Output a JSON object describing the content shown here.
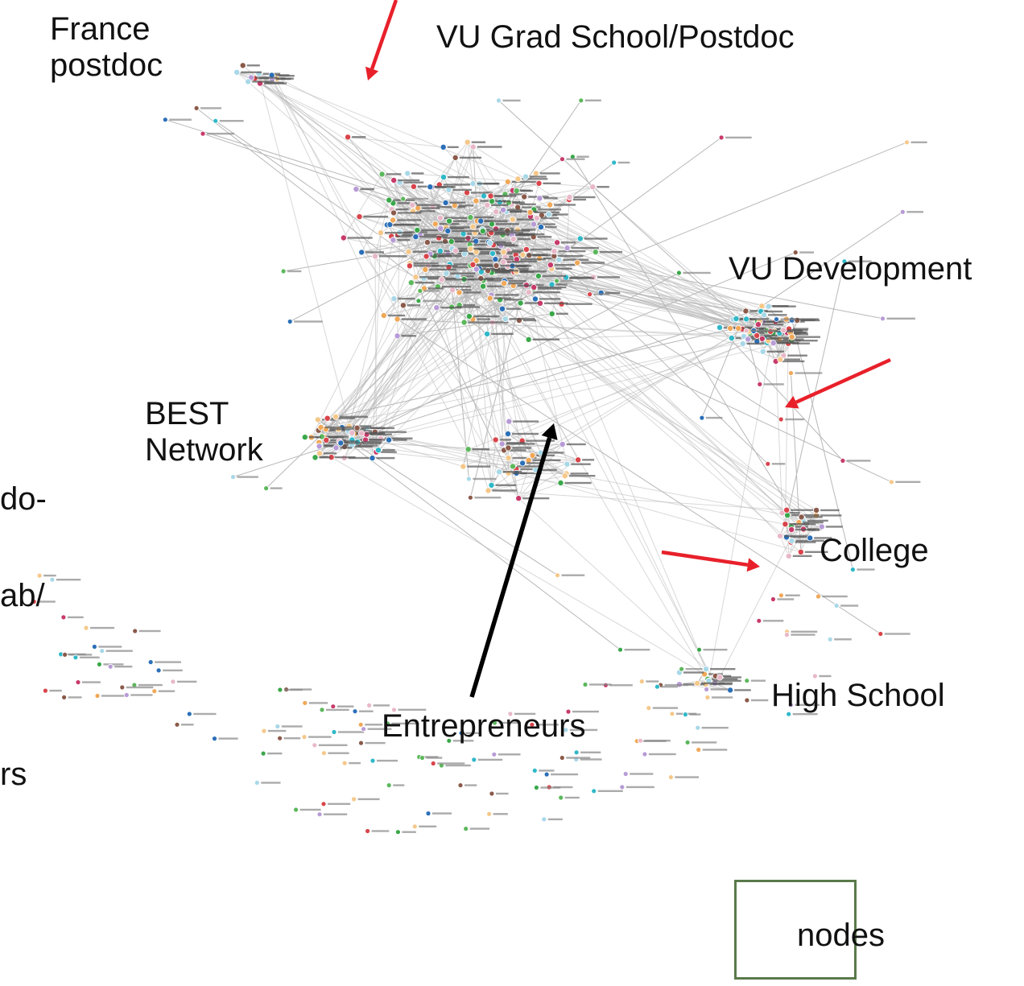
{
  "annotations": {
    "france_postdoc": [
      "France",
      "postdoc"
    ],
    "vu_grad": "VU Grad School/Postdoc",
    "vu_development": "VU Development",
    "best_network": [
      "BEST",
      "Network"
    ],
    "college": "College",
    "high_school": "High School",
    "entrepreneurs": "Entrepreneurs",
    "cut_off_left": [
      "do-",
      "ab/",
      "rs"
    ]
  },
  "legend": {
    "label": "nodes"
  },
  "colors": {
    "edge": "#b8b8b8",
    "arrow_red": "#e8202a",
    "arrow_black": "#000000",
    "legend_border": "#5a7a4a",
    "node_palette": [
      "#d9444a",
      "#5cb85c",
      "#b79bd6",
      "#a8d8e8",
      "#f0a858",
      "#2fb8c8",
      "#8b5a4a",
      "#2a6fb8",
      "#e8b8c8",
      "#f5c88a",
      "#3aa84a",
      "#c83a6a"
    ]
  }
}
